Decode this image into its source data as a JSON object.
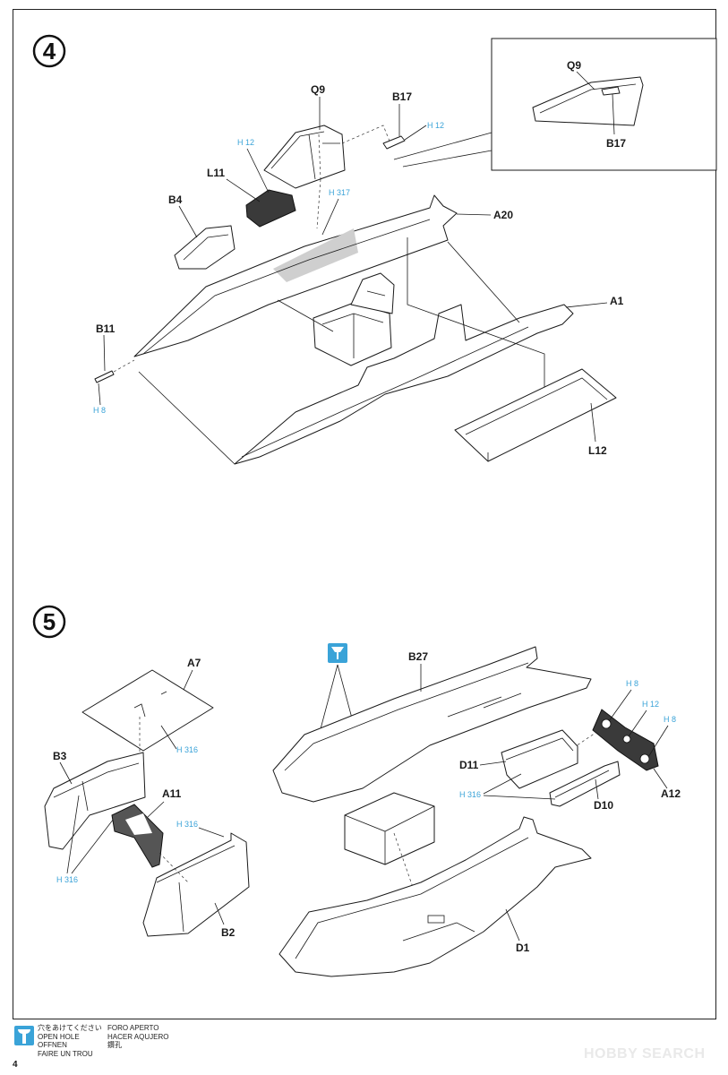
{
  "step4": {
    "number": "4",
    "labels": {
      "q9": "Q9",
      "b17": "B17",
      "h12_a": "H 12",
      "h12_b": "H 12",
      "l11": "L11",
      "h317": "H 317",
      "b4": "B4",
      "a20": "A20",
      "a1": "A1",
      "b11": "B11",
      "h8": "H 8",
      "l12": "L12",
      "q9_inset": "Q9",
      "b17_inset": "B17"
    }
  },
  "step5": {
    "number": "5",
    "labels": {
      "a7": "A7",
      "h316_a": "H 316",
      "b3": "B3",
      "a11": "A11",
      "h316_b": "H 316",
      "h316_c": "H 316",
      "b2": "B2",
      "b27": "B27",
      "h8_a": "H 8",
      "h12": "H 12",
      "h8_b": "H 8",
      "d11": "D11",
      "h316_d": "H 316",
      "d10": "D10",
      "a12": "A12",
      "d1": "D1"
    }
  },
  "legend": {
    "icon": "open-hole-icon",
    "col1": [
      "穴をあけてください",
      "OPEN HOLE",
      "OFFNEN",
      "FAIRE UN TROU"
    ],
    "col2": [
      "FORO APERTO",
      "HACER AQUJERO",
      "鑽孔"
    ]
  },
  "page_number": "4",
  "watermark": "HOBBY SEARCH",
  "colors": {
    "hole_blue": "#3aa3d8",
    "line": "#1a1a1a",
    "shade": "#cfcfcf"
  }
}
